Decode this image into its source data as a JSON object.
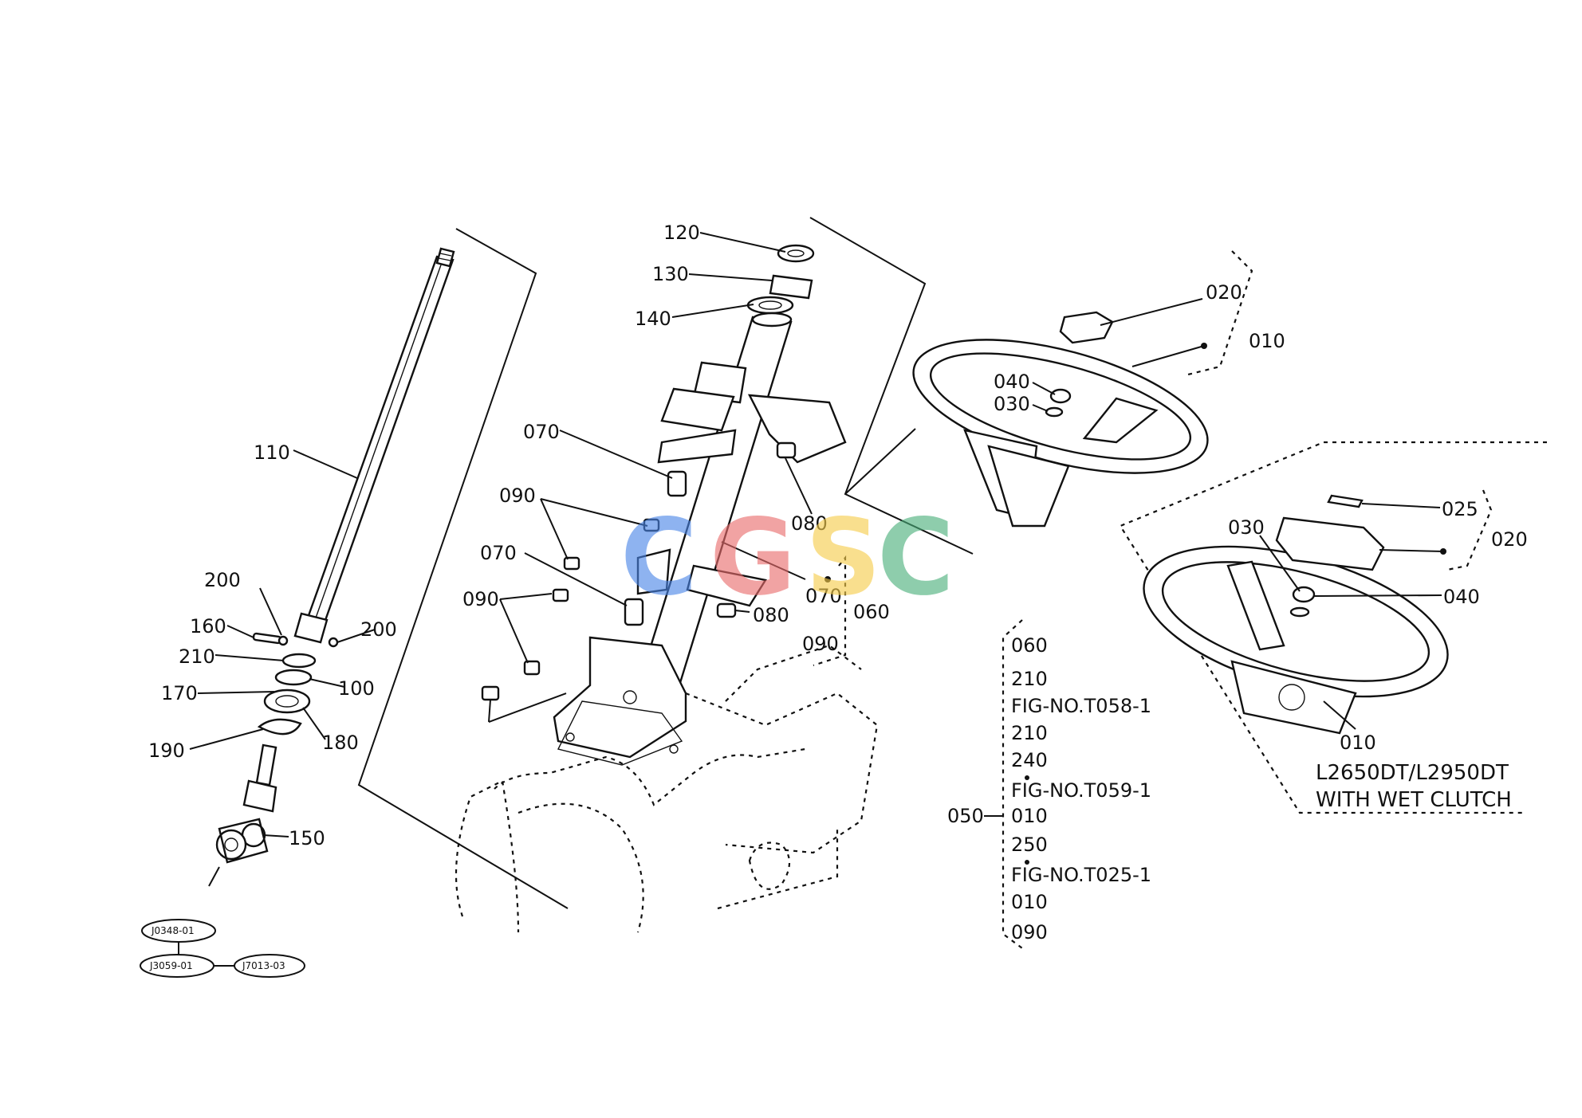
{
  "labels": {
    "p120": "120",
    "p130": "130",
    "p140": "140",
    "p110": "110",
    "p070a": "070",
    "p090a": "090",
    "p080a": "080",
    "p070b": "070",
    "p070c": "070",
    "p090b": "090",
    "p080b": "080",
    "p090c": "090",
    "p060": "060",
    "p200a": "200",
    "p160": "160",
    "p200b": "200",
    "p210": "210",
    "p100": "100",
    "p170": "170",
    "p180": "180",
    "p190": "190",
    "p150": "150",
    "p020": "020",
    "p010": "010",
    "p040": "040",
    "p030": "030",
    "p025": "025",
    "p020b": "020",
    "p030b": "030",
    "p040b": "040",
    "p010b": "010"
  },
  "chain": {
    "c060": "060",
    "c210a": "210",
    "fig1": "FIG-NO.T058-1",
    "c210b": "210",
    "c240": "240",
    "fig2": "FIG-NO.T059-1",
    "c050": "050",
    "c010a": "010",
    "c250": "250",
    "fig3": "FIG-NO.T025-1",
    "c010b": "010",
    "c090": "090"
  },
  "variant_note": {
    "line1": "L2650DT/L2950DT",
    "line2": "WITH WET CLUTCH"
  },
  "refs": {
    "r1": "J0348-01",
    "r2": "J3059-01",
    "r3": "J7013-03"
  },
  "watermark": {
    "letters": [
      "C",
      "G",
      "S",
      "C"
    ],
    "colors": [
      "#4a86e8",
      "#ea6c6c",
      "#f6cd4a",
      "#4ab07a"
    ]
  }
}
